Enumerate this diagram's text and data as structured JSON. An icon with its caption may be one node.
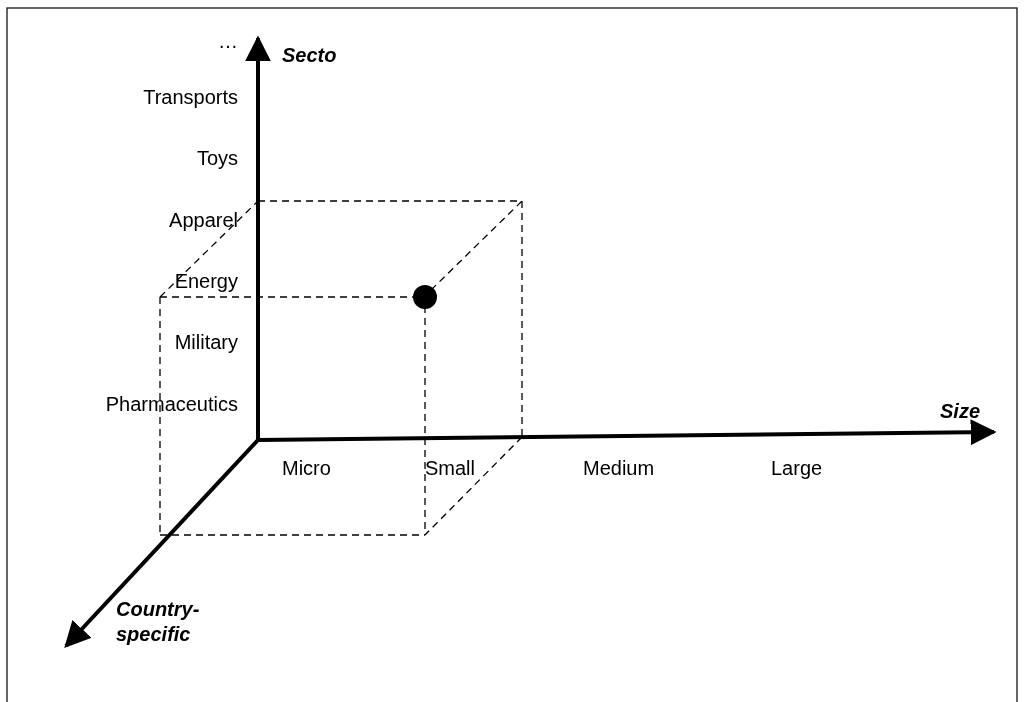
{
  "diagram": {
    "labels": [
      "…",
      "Secto",
      "Transports",
      "Toys",
      "Apparel",
      "Energy",
      "Military",
      "Pharmaceutics",
      "Size",
      "Micro",
      "Small",
      "Medium",
      "Large",
      "Country-specific"
    ]
  }
}
